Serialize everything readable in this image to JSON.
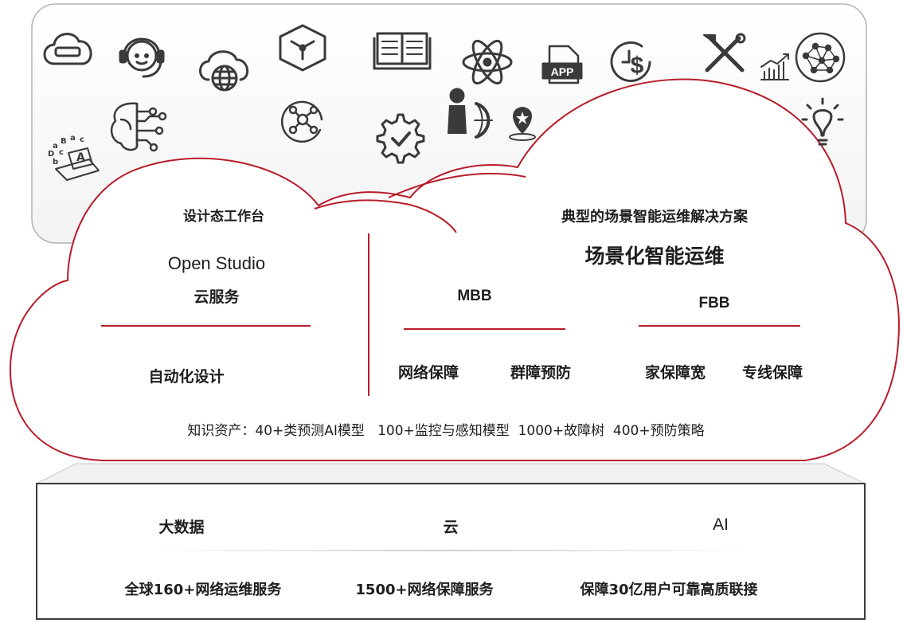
{
  "icons": [
    "cloud-storage-icon",
    "customer-service-icon",
    "cloud-globe-icon",
    "cube-network-icon",
    "open-book-icon",
    "atom-icon",
    "app-file-icon",
    "time-money-icon",
    "tools-icon",
    "growth-chart-icon",
    "neural-network-icon",
    "ai-brain-icon",
    "network-node-icon",
    "settings-check-icon",
    "business-globe-icon",
    "location-star-icon",
    "lightbulb-icon",
    "alphabet-laptop-icon"
  ],
  "design": {
    "title": "设计态工作台",
    "open_studio": "Open Studio",
    "cloud_service": "云服务",
    "auto_design": "自动化设计"
  },
  "solutions": {
    "title": "典型的场景智能运维解决方案",
    "headline": "场景化智能运维",
    "mbb": {
      "label": "MBB",
      "items": [
        "网络保障",
        "群障预防"
      ]
    },
    "fbb": {
      "label": "FBB",
      "items": [
        "家保障宽",
        "专线保障"
      ]
    }
  },
  "knowledge": "知识资产：40+类预测AI模型   100+监控与感知模型  1000+故障树  400+预防策略",
  "base": {
    "columns": [
      "大数据",
      "云",
      "AI"
    ],
    "stats": [
      "全球160+网络运维服务",
      "1500+网络保障服务",
      "保障30亿用户可靠高质联接"
    ]
  },
  "colors": {
    "accent": "#c0192b",
    "icon": "#3a3a3a",
    "border": "#b5b5b5"
  }
}
